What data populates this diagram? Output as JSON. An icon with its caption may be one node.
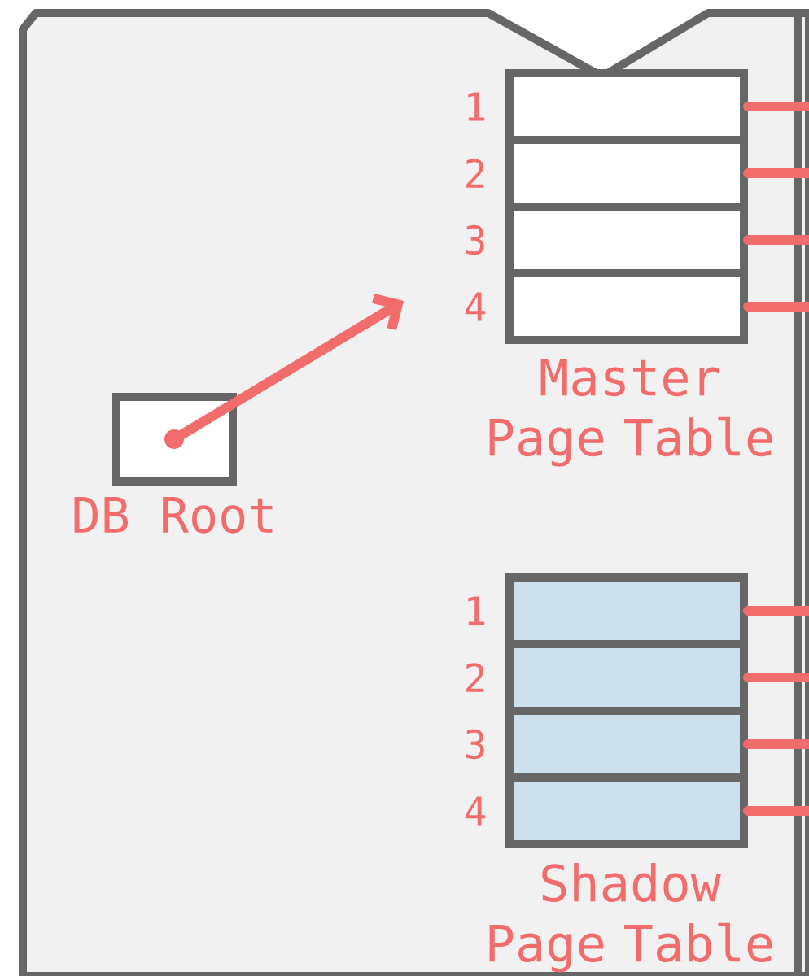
{
  "diagram": {
    "nodes": [
      {
        "text": [
          "DB Root"
        ]
      },
      {
        "text": [
          "Master Page Table"
        ]
      },
      {
        "text": [],
        "shape": "box",
        "in": 1,
        "beside": [
          "1"
        ]
      },
      {
        "text": [],
        "shape": "box",
        "in": 1,
        "beside": [
          "2"
        ]
      },
      {
        "text": [],
        "shape": "box",
        "in": 1,
        "beside": [
          "3"
        ]
      },
      {
        "text": [],
        "shape": "box",
        "in": 1,
        "beside": [
          "4"
        ]
      },
      {
        "text": [
          "Shadow Page Table"
        ]
      },
      {
        "text": [],
        "shape": "box",
        "in": 6,
        "beside": [
          "1"
        ]
      },
      {
        "text": [],
        "shape": "box",
        "in": 6,
        "beside": [
          "2"
        ]
      },
      {
        "text": [],
        "shape": "box",
        "in": 6,
        "beside": [
          "3"
        ]
      },
      {
        "text": [],
        "shape": "box",
        "in": 6,
        "beside": [
          "4"
        ]
      }
    ],
    "edges": [
      {
        "from": 0,
        "to": null,
        "arrow": "to"
      },
      {
        "from": 2,
        "to": null,
        "arrow": "none"
      },
      {
        "from": 3,
        "to": null,
        "arrow": "none"
      },
      {
        "from": 4,
        "to": null,
        "arrow": "none"
      },
      {
        "from": 5,
        "to": null,
        "arrow": "none"
      },
      {
        "from": 7,
        "to": null,
        "arrow": "none"
      },
      {
        "from": 8,
        "to": null,
        "arrow": "none"
      },
      {
        "from": 9,
        "to": null,
        "arrow": "none"
      },
      {
        "from": 10,
        "to": null,
        "arrow": "none"
      }
    ]
  }
}
